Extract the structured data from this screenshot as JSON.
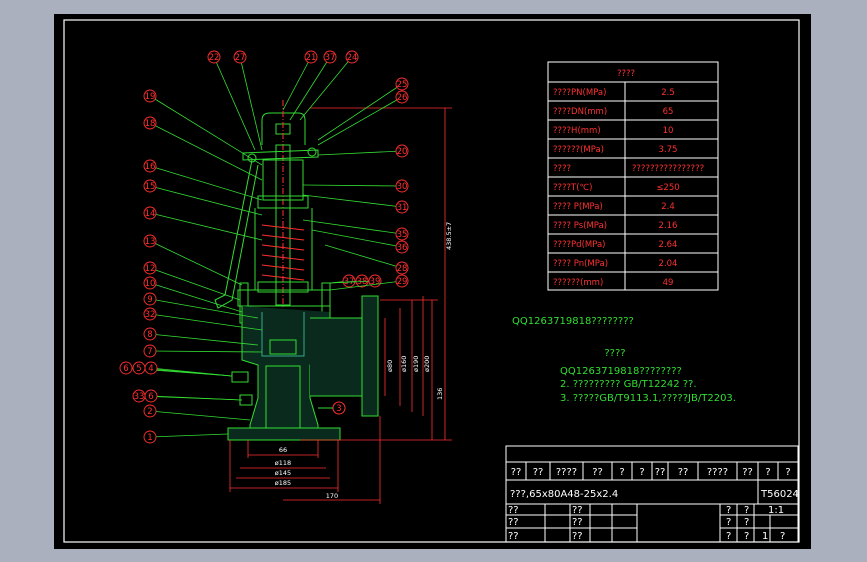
{
  "colors": {
    "outer_bg": "#aab0bd",
    "sheet": "#000000",
    "frame": "#ffffff",
    "part_line": "#33dd33",
    "callout": "#ff3030",
    "dimension": "#ff3030",
    "body_hatch": "#33aa88"
  },
  "spec_table": {
    "header": "????",
    "rows": [
      {
        "param": "????PN(MPa)",
        "value": "2.5"
      },
      {
        "param": "????DN(mm)",
        "value": "65"
      },
      {
        "param": "????H(mm)",
        "value": "10"
      },
      {
        "param": "??????(MPa)",
        "value": "3.75"
      },
      {
        "param": "????",
        "value": "????????????????"
      },
      {
        "param": "????T(℃)",
        "value": "≤250"
      },
      {
        "param": "????  P(MPa)",
        "value": "2.4"
      },
      {
        "param": "????  Ps(MPa)",
        "value": "2.16"
      },
      {
        "param": "????Pd(MPa)",
        "value": "2.64"
      },
      {
        "param": "????  Pn(MPa)",
        "value": "2.04"
      },
      {
        "param": "??????(mm)",
        "value": "49"
      }
    ]
  },
  "note_line": "QQ1263719818????????",
  "requirements": {
    "title": "????",
    "items": [
      "QQ1263719818????????",
      "2. ????????? GB/T12242 ??.",
      "3. ?????GB/T9113.1,?????JB/T2203."
    ]
  },
  "title_block": {
    "header_cells": [
      "??",
      "??",
      "????",
      "??",
      "?",
      "?",
      "??",
      "??",
      "????",
      "??",
      "?",
      "?"
    ],
    "part_name": "???,65x80A48-25x2.4",
    "drawing_no": "T56024",
    "left_cells": [
      "??",
      "??",
      "??",
      "??",
      "??",
      "??"
    ],
    "right_cells": [
      "?",
      "?",
      "1:1",
      "?",
      "?",
      "?",
      "?",
      "1",
      "?"
    ]
  },
  "callouts": {
    "top": [
      "22",
      "27",
      "21",
      "37",
      "24"
    ],
    "left": [
      "19",
      "18",
      "16",
      "15",
      "14",
      "13",
      "12",
      "10",
      "9",
      "32",
      "8",
      "7",
      "6",
      "5",
      "4",
      "33",
      "6",
      "2",
      "1"
    ],
    "right": [
      "25",
      "26",
      "20",
      "30",
      "31",
      "35",
      "36",
      "28",
      "37",
      "38",
      "39",
      "29"
    ],
    "body": "3"
  },
  "dimensions": {
    "height": "438.5±7",
    "side": "136",
    "bottom": [
      "66",
      "ø118",
      "ø145",
      "ø185",
      "170"
    ],
    "flange": [
      "ø80",
      "ø160",
      "ø190",
      "ø200"
    ]
  }
}
